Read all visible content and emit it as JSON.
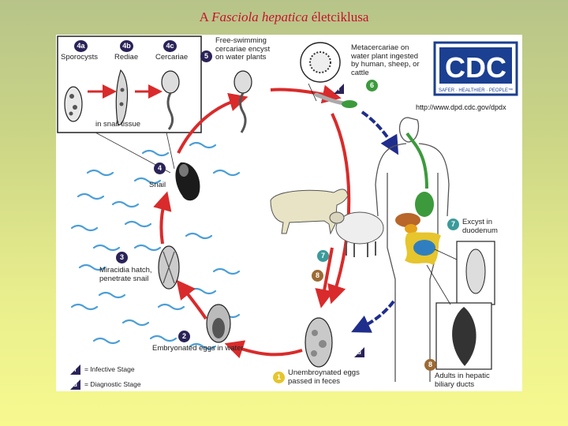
{
  "title": {
    "prefix": "A ",
    "italic": "Fasciola hepatica",
    "suffix": " életciklusa"
  },
  "cdc": {
    "logo_text": "CDC",
    "tagline": "SAFER · HEALTHIER · PEOPLE™",
    "url": "http://www.dpd.cdc.gov/dpdx"
  },
  "inset": {
    "stage_4a": {
      "badge": "4a",
      "label": "Sporocysts"
    },
    "stage_4b": {
      "badge": "4b",
      "label": "Rediae"
    },
    "stage_4c": {
      "badge": "4c",
      "label": "Cercariae"
    },
    "caption": "in snail tissue"
  },
  "stages": {
    "s5": {
      "badge": "5",
      "label": "Free-swimming cercariae encyst on water plants"
    },
    "s6": {
      "badge": "6",
      "label": "Metacercariae on water plant ingested by human, sheep, or cattle"
    },
    "s6_infective": "i",
    "s4": {
      "badge": "4",
      "label": "Snail"
    },
    "s3": {
      "badge": "3",
      "label": "Miracidia hatch, penetrate snail"
    },
    "s2": {
      "badge": "2",
      "label": "Embryonated eggs in water"
    },
    "s1": {
      "badge": "1",
      "label": "Unembroynated eggs passed in feces"
    },
    "s1_diagnostic": "d",
    "s7": {
      "badge": "7",
      "label": "Excyst in duodenum"
    },
    "s7_animal": "7",
    "s8_animal": "8",
    "s8": {
      "badge": "8",
      "label": "Adults in hepatic biliary ducts"
    }
  },
  "legend": {
    "infective": {
      "symbol": "i",
      "text": "= Infective Stage"
    },
    "diagnostic": {
      "symbol": "d",
      "text": "= Diagnostic Stage"
    }
  },
  "colors": {
    "red_arrow": "#d92b2b",
    "blue_arrow": "#1f2d8c",
    "water": "#4a9ed6",
    "title": "#c8102e"
  }
}
